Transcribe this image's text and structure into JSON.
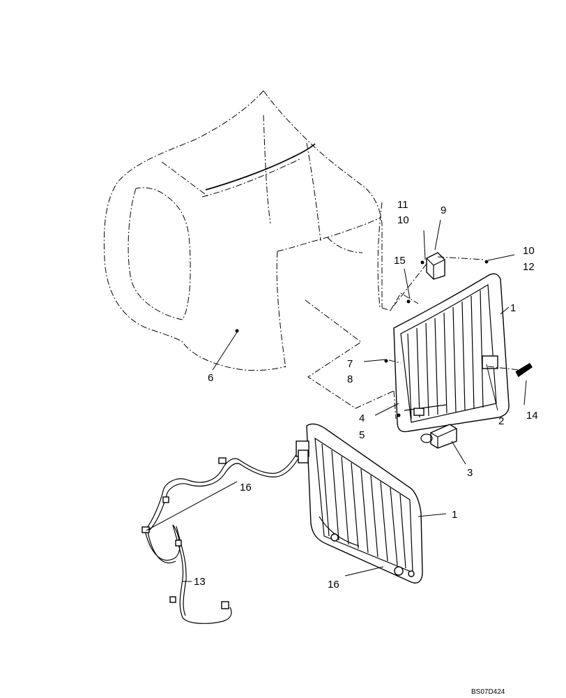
{
  "callouts": {
    "c1_upper": "1",
    "c1_lower": "1",
    "c2": "2",
    "c3": "3",
    "c4": "4",
    "c5": "5",
    "c6": "6",
    "c7": "7",
    "c8": "8",
    "c9": "9",
    "c10_left": "10",
    "c11": "11",
    "c10_right": "10",
    "c12": "12",
    "c13": "13",
    "c14": "14",
    "c15": "15",
    "c16_upper": "16",
    "c16_lower": "16"
  },
  "drawing_code": "BS07D424"
}
